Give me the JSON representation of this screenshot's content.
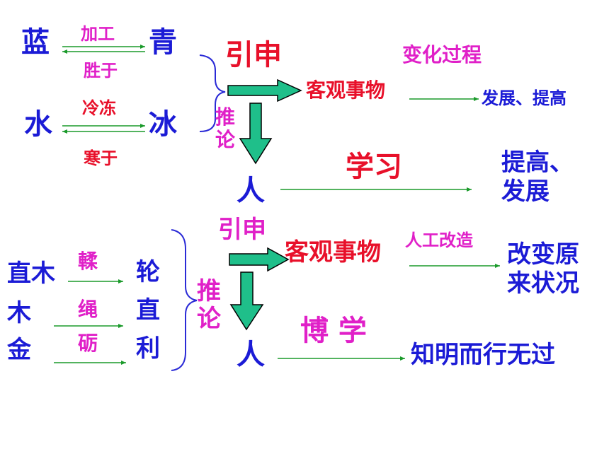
{
  "top": {
    "lan": "蓝",
    "qing": "青",
    "jiagong": "加工",
    "shengyu": "胜于",
    "shui": "水",
    "bing": "冰",
    "lengdong": "冷冻",
    "hanyu": "寒于",
    "yinshen": "引申",
    "tuilun": "推论",
    "bianhua": "变化过程",
    "keguan": "客观事物",
    "fazhan_tigao": "发展、提高",
    "xuexi": "学习",
    "ren": "人",
    "tigao_fazhan": "提高、发展"
  },
  "bottom": {
    "zhimu": "直木",
    "mu": "木",
    "jin": "金",
    "rou": "輮",
    "sheng": "绳",
    "li": "砺",
    "lun": "轮",
    "zhi": "直",
    "li2": "利",
    "yinshen": "引申",
    "tuilun": "推论",
    "keguan": "客观事物",
    "rengong": "人工改造",
    "gaibian": "改变原来状况",
    "boxue": "博 学",
    "ren": "人",
    "zhiming": "知明而行无过"
  }
}
